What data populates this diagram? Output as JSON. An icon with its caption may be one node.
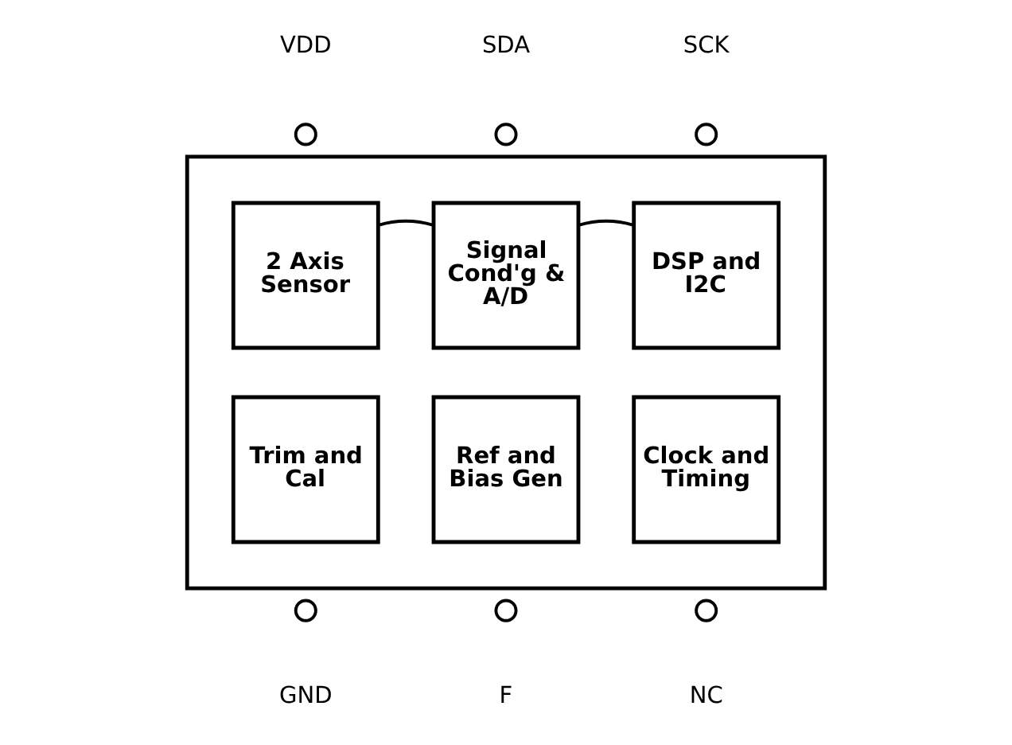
{
  "diagram": {
    "nodes": [
      {
        "text": [],
        "shape": "circle",
        "beside": [
          "VDD"
        ]
      },
      {
        "text": [],
        "shape": "circle",
        "beside": [
          "SDA"
        ]
      },
      {
        "text": [],
        "shape": "circle",
        "beside": [
          "SCK"
        ]
      },
      {
        "text": [],
        "shape": "box"
      },
      {
        "text": [
          "2 Axis Sensor"
        ],
        "in": 3
      },
      {
        "text": [
          "Signal Cond'g & A/D"
        ],
        "in": 3
      },
      {
        "text": [
          "DSP and I2C"
        ],
        "in": 3
      },
      {
        "text": [
          "Trim and Cal"
        ],
        "in": 3
      },
      {
        "text": [
          "Ref and Bias Gen"
        ],
        "in": 3
      },
      {
        "text": [
          "Clock and Timing"
        ],
        "in": 3
      },
      {
        "text": [],
        "shape": "circle",
        "beside": [
          "GND"
        ]
      },
      {
        "text": [],
        "shape": "circle",
        "beside": [
          "F"
        ]
      },
      {
        "text": [],
        "shape": "circle",
        "beside": [
          "NC"
        ]
      }
    ],
    "edges": [
      {
        "from": 4,
        "to": 5,
        "arrow": "none"
      },
      {
        "from": 5,
        "to": 6,
        "arrow": "none"
      }
    ]
  }
}
